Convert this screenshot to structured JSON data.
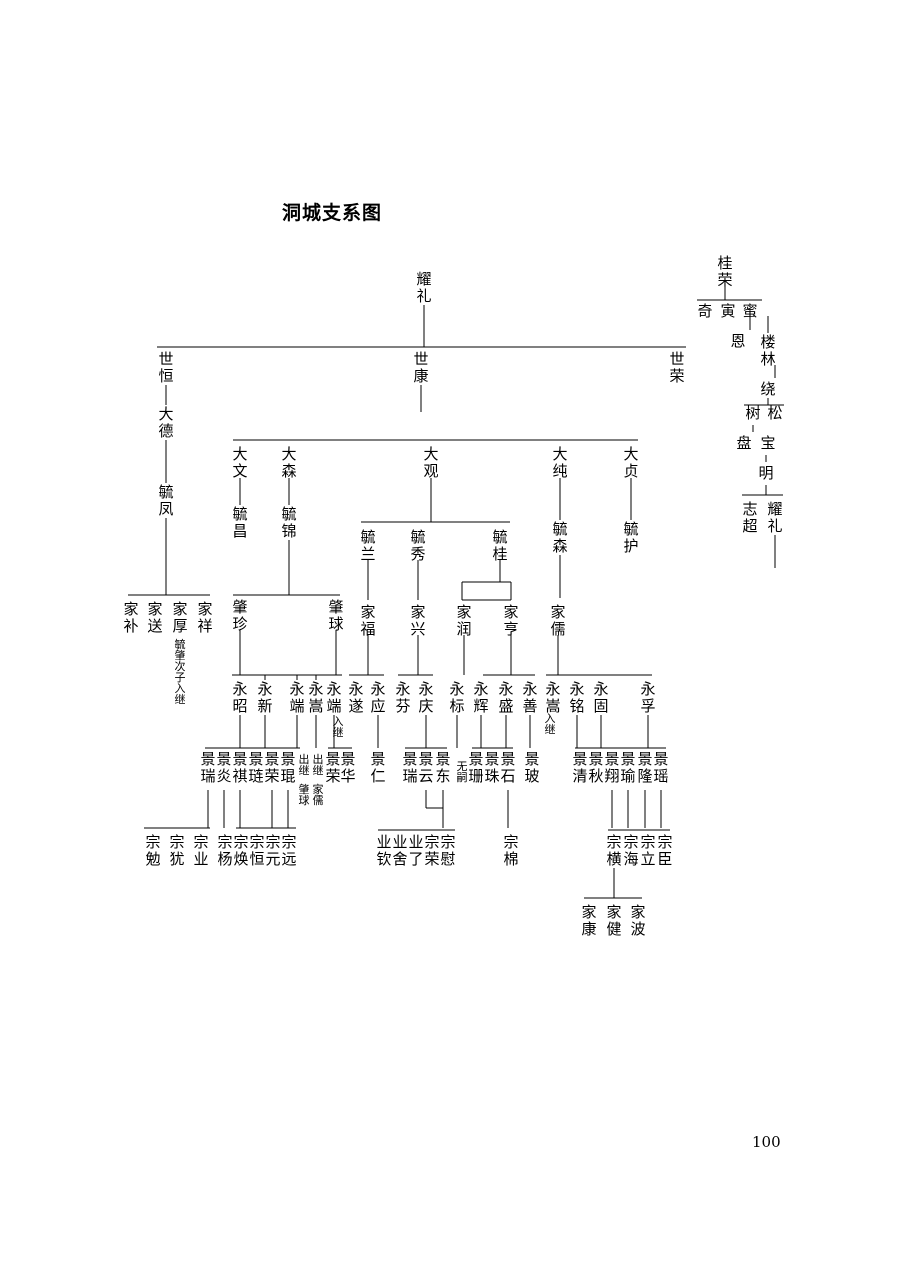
{
  "title": "洞城支系图",
  "page_number": "100",
  "nodes": [
    {
      "id": "p01",
      "text": "耀礼"
    },
    {
      "id": "p02",
      "text": "世恒"
    },
    {
      "id": "p03",
      "text": "世康"
    },
    {
      "id": "p04",
      "text": "世荣"
    },
    {
      "id": "p05",
      "text": "大德"
    },
    {
      "id": "p06",
      "text": "毓凤"
    },
    {
      "id": "p07",
      "text": "家补"
    },
    {
      "id": "p08",
      "text": "家送"
    },
    {
      "id": "p09",
      "text": "家厚"
    },
    {
      "id": "p10",
      "text": "家祥"
    },
    {
      "id": "p11",
      "text": "大文"
    },
    {
      "id": "p12",
      "text": "大森"
    },
    {
      "id": "p13",
      "text": "大观"
    },
    {
      "id": "p14",
      "text": "大纯"
    },
    {
      "id": "p15",
      "text": "大贞"
    },
    {
      "id": "p16",
      "text": "毓昌"
    },
    {
      "id": "p17",
      "text": "毓锦"
    },
    {
      "id": "p18",
      "text": "毓兰"
    },
    {
      "id": "p19",
      "text": "毓秀"
    },
    {
      "id": "p20",
      "text": "毓桂"
    },
    {
      "id": "p21",
      "text": "毓森"
    },
    {
      "id": "p22",
      "text": "毓护"
    },
    {
      "id": "p23",
      "text": "肇珍"
    },
    {
      "id": "p24",
      "text": "肇球"
    },
    {
      "id": "p25",
      "text": "家福"
    },
    {
      "id": "p26",
      "text": "家兴"
    },
    {
      "id": "p27",
      "text": "家润"
    },
    {
      "id": "p28",
      "text": "家亨"
    },
    {
      "id": "p29",
      "text": "家儒"
    },
    {
      "id": "p30",
      "text": "永昭"
    },
    {
      "id": "p31",
      "text": "永新"
    },
    {
      "id": "p32",
      "text": "永端"
    },
    {
      "id": "p33",
      "text": "永嵩"
    },
    {
      "id": "p34",
      "text": "永端"
    },
    {
      "id": "p35",
      "text": "永遂"
    },
    {
      "id": "p36",
      "text": "永应"
    },
    {
      "id": "p37",
      "text": "永芬"
    },
    {
      "id": "p38",
      "text": "永庆"
    },
    {
      "id": "p39",
      "text": "永标"
    },
    {
      "id": "p40",
      "text": "永辉"
    },
    {
      "id": "p41",
      "text": "永盛"
    },
    {
      "id": "p42",
      "text": "永善"
    },
    {
      "id": "p43",
      "text": "永嵩"
    },
    {
      "id": "p44",
      "text": "永铭"
    },
    {
      "id": "p45",
      "text": "永固"
    },
    {
      "id": "p46",
      "text": "永孚"
    },
    {
      "id": "p47",
      "text": "景瑞"
    },
    {
      "id": "p48",
      "text": "景炎"
    },
    {
      "id": "p49",
      "text": "景祺"
    },
    {
      "id": "p50",
      "text": "景琏"
    },
    {
      "id": "p51",
      "text": "景荣"
    },
    {
      "id": "p52",
      "text": "景琨"
    },
    {
      "id": "p53",
      "text": "出继"
    },
    {
      "id": "p54",
      "text": "出继"
    },
    {
      "id": "p55",
      "text": "景荣"
    },
    {
      "id": "p56",
      "text": "景华"
    },
    {
      "id": "p57",
      "text": "景仁"
    },
    {
      "id": "p58",
      "text": "景瑞"
    },
    {
      "id": "p59",
      "text": "景云"
    },
    {
      "id": "p60",
      "text": "景东"
    },
    {
      "id": "p61",
      "text": "景珊"
    },
    {
      "id": "p62",
      "text": "景珠"
    },
    {
      "id": "p63",
      "text": "景石"
    },
    {
      "id": "p64",
      "text": "景玻"
    },
    {
      "id": "p65",
      "text": "景清"
    },
    {
      "id": "p66",
      "text": "景秋"
    },
    {
      "id": "p67",
      "text": "景翔"
    },
    {
      "id": "p68",
      "text": "景瑜"
    },
    {
      "id": "p69",
      "text": "景隆"
    },
    {
      "id": "p70",
      "text": "景瑶"
    },
    {
      "id": "p71",
      "text": "宗勉"
    },
    {
      "id": "p72",
      "text": "宗犹"
    },
    {
      "id": "p73",
      "text": "宗业"
    },
    {
      "id": "p74",
      "text": "宗杨"
    },
    {
      "id": "p75",
      "text": "宗焕"
    },
    {
      "id": "p76",
      "text": "宗恒"
    },
    {
      "id": "p77",
      "text": "宗元"
    },
    {
      "id": "p78",
      "text": "宗远"
    },
    {
      "id": "p79",
      "text": "业钦"
    },
    {
      "id": "p80",
      "text": "业舍"
    },
    {
      "id": "p81",
      "text": "业了"
    },
    {
      "id": "p82",
      "text": "宗荣"
    },
    {
      "id": "p83",
      "text": "宗慰"
    },
    {
      "id": "p84",
      "text": "宗棉"
    },
    {
      "id": "p85",
      "text": "宗横"
    },
    {
      "id": "p86",
      "text": "宗海"
    },
    {
      "id": "p87",
      "text": "宗立"
    },
    {
      "id": "p88",
      "text": "宗臣"
    },
    {
      "id": "p89",
      "text": "家康"
    },
    {
      "id": "p90",
      "text": "家健"
    },
    {
      "id": "p91",
      "text": "家波"
    },
    {
      "id": "r01",
      "text": "桂荣"
    },
    {
      "id": "r02",
      "text": "奇"
    },
    {
      "id": "r03",
      "text": "寅"
    },
    {
      "id": "r04",
      "text": "蜜"
    },
    {
      "id": "r05",
      "text": "恩"
    },
    {
      "id": "r06",
      "text": "楼林"
    },
    {
      "id": "r07",
      "text": "绕"
    },
    {
      "id": "r08",
      "text": "树"
    },
    {
      "id": "r09",
      "text": "松"
    },
    {
      "id": "r10",
      "text": "盘"
    },
    {
      "id": "r11",
      "text": "宝"
    },
    {
      "id": "r12",
      "text": "明"
    },
    {
      "id": "r13",
      "text": "志超"
    },
    {
      "id": "r14",
      "text": "耀礼"
    }
  ],
  "notes": [
    {
      "id": "q01",
      "text": "毓肇次子入继"
    },
    {
      "id": "q02",
      "text": "入继"
    },
    {
      "id": "q03",
      "text": "肇球"
    },
    {
      "id": "q04",
      "text": "家儒"
    },
    {
      "id": "q05",
      "text": "无嗣"
    },
    {
      "id": "q06",
      "text": "入继"
    }
  ]
}
